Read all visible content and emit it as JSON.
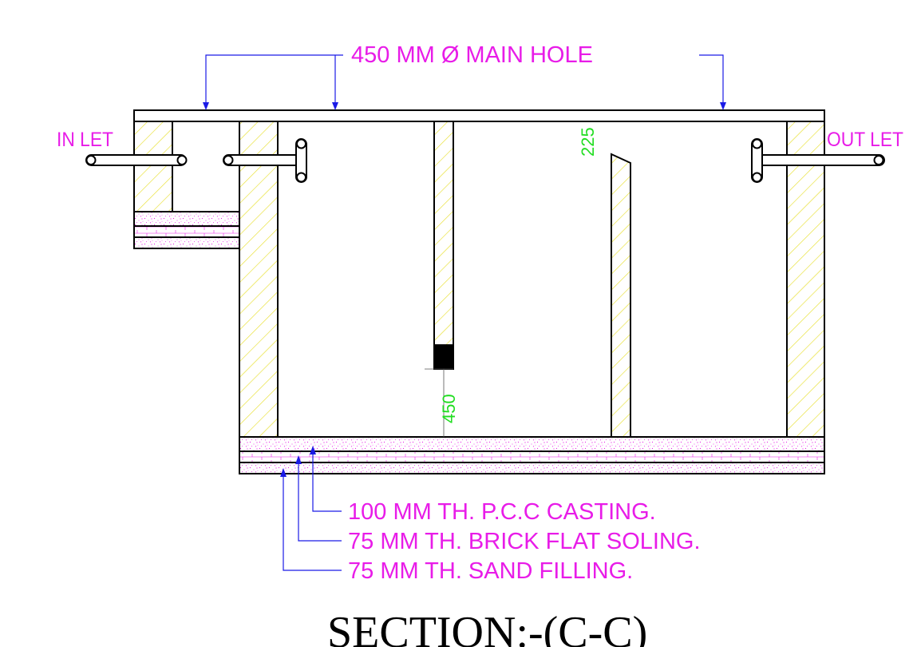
{
  "labels": {
    "main_hole": "450 MM Ø MAIN HOLE",
    "inlet": "IN LET",
    "outlet": "OUT LET",
    "dim_225": "225",
    "dim_450": "450",
    "pcc": "100 MM TH. P.C.C CASTING.",
    "brick": "75 MM TH. BRICK FLAT SOLING.",
    "sand": "75 MM TH. SAND FILLING.",
    "title": "SECTION:-(C-C)"
  },
  "colors": {
    "line": "#000000",
    "hatch": "#e8e030",
    "text": "#e81ce8",
    "dimension": "#22dd22",
    "leader": "#1a1ae6"
  }
}
